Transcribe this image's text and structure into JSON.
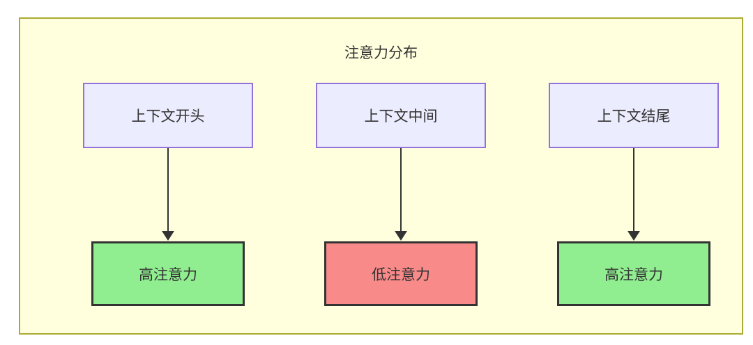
{
  "diagram": {
    "title": "注意力分布",
    "columns": [
      {
        "source": "上下文开头",
        "target": "高注意力",
        "attention_level": "high"
      },
      {
        "source": "上下文中间",
        "target": "低注意力",
        "attention_level": "low"
      },
      {
        "source": "上下文结尾",
        "target": "高注意力",
        "attention_level": "high"
      }
    ],
    "colors": {
      "panel_background": "#FFFFDE",
      "panel_border": "#AAAA33",
      "source_node_background": "#ECECFF",
      "source_node_border": "#9370DB",
      "high_attention_background": "#90EE90",
      "low_attention_background": "#F88A8A",
      "target_node_border": "#333333",
      "arrow": "#333333",
      "text": "#333333"
    }
  }
}
